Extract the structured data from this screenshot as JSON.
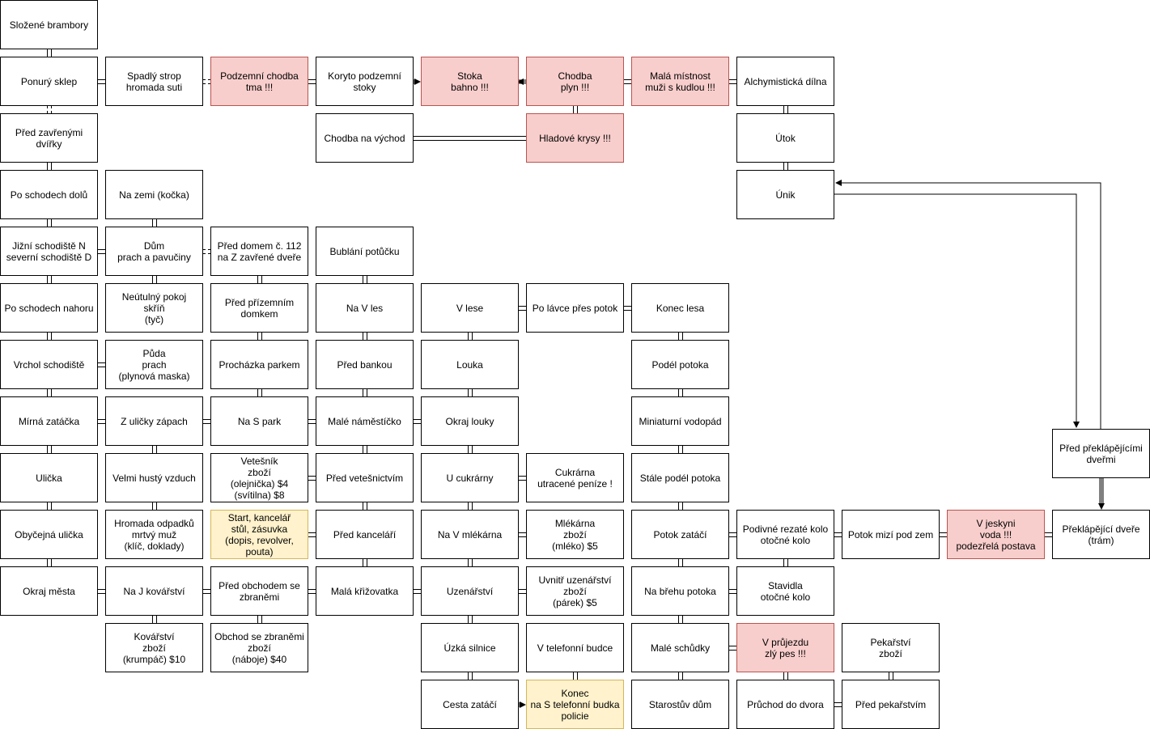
{
  "colors": {
    "danger_fill": "#f8cecc",
    "danger_stroke": "#b85450",
    "highlight_fill": "#fff2cc",
    "highlight_stroke": "#d6b656"
  },
  "nodes": {
    "slozene_brambory": {
      "text": "Složené brambory"
    },
    "ponury_sklep": {
      "text": "Ponurý sklep"
    },
    "spadly_strop": {
      "text": "Spadlý strop\nhromada suti"
    },
    "podzemni_chodba": {
      "text": "Podzemní chodba\ntma !!!",
      "style": "red"
    },
    "koryto": {
      "text": "Koryto podzemní\nstoky"
    },
    "stoka": {
      "text": "Stoka\nbahno !!!",
      "style": "red"
    },
    "chodba_plyn": {
      "text": "Chodba\nplyn !!!",
      "style": "red"
    },
    "mala_mistnost": {
      "text": "Malá místnost\nmuži s kudlou !!!",
      "style": "red"
    },
    "alchymisticka": {
      "text": "Alchymistická dílna"
    },
    "pred_zavrenymi": {
      "text": "Před zavřenými\ndvířky"
    },
    "chodba_vychod": {
      "text": "Chodba na východ"
    },
    "hladove_krysy": {
      "text": "Hladové krysy !!!",
      "style": "red"
    },
    "utok": {
      "text": "Útok"
    },
    "po_schodech_dolu": {
      "text": "Po schodech dolů"
    },
    "na_zemi": {
      "text": "Na zemi (kočka)"
    },
    "unik": {
      "text": "Únik"
    },
    "jizni_schodiste": {
      "text": "Jižní schodiště N\nseverní schodiště D"
    },
    "dum_prach": {
      "text": "Dům\nprach a pavučiny"
    },
    "pred_domem": {
      "text": "Před domem č. 112\nna Z zavřené dveře"
    },
    "bublani": {
      "text": "Bublání potůčku"
    },
    "po_schodech_nahoru": {
      "text": "Po schodech nahoru"
    },
    "neutulny": {
      "text": "Neútulný pokoj\nskříň\n(tyč)"
    },
    "pred_prizemnim": {
      "text": "Před přízemním\ndomkem"
    },
    "na_v_les": {
      "text": "Na V les"
    },
    "v_lese": {
      "text": "V lese"
    },
    "po_lavce": {
      "text": "Po lávce přes potok"
    },
    "konec_lesa": {
      "text": "Konec lesa"
    },
    "vrchol": {
      "text": "Vrchol schodiště"
    },
    "puda": {
      "text": "Půda\nprach\n(plynová maska)"
    },
    "prochazka": {
      "text": "Procházka parkem"
    },
    "pred_bankou": {
      "text": "Před bankou"
    },
    "louka": {
      "text": "Louka"
    },
    "podel_potoka": {
      "text": "Podél potoka"
    },
    "mirna_zatacka": {
      "text": "Mírná zatáčka"
    },
    "z_ulicky": {
      "text": "Z uličky zápach"
    },
    "na_s_park": {
      "text": "Na S park"
    },
    "male_namesticko": {
      "text": "Malé náměstíčko"
    },
    "okraj_louky": {
      "text": "Okraj louky"
    },
    "miniaturni": {
      "text": "Miniaturní vodopád"
    },
    "pred_preklapejicimi": {
      "text": "Před překlápějícími\ndveřmi"
    },
    "ulicka": {
      "text": "Ulička"
    },
    "velmi_husty": {
      "text": "Velmi hustý vzduch"
    },
    "vetesnik": {
      "text": "Vetešník\nzboží\n(olejnička) $4\n(svítilna) $8"
    },
    "pred_vetesnictvim": {
      "text": "Před vetešnictvím"
    },
    "u_cukrarny": {
      "text": "U cukrárny"
    },
    "cukrarna": {
      "text": "Cukrárna\nutracené peníze !"
    },
    "stale_podel": {
      "text": "Stále podél potoka"
    },
    "obycejna": {
      "text": "Obyčejná ulička"
    },
    "hromada_odpadku": {
      "text": "Hromada odpadků\nmrtvý muž\n(klíč, doklady)"
    },
    "start": {
      "text": "Start, kancelář\nstůl, zásuvka\n(dopis, revolver,\npouta)",
      "style": "yellow"
    },
    "pred_kancelari": {
      "text": "Před kanceláří"
    },
    "na_v_mlekarna": {
      "text": "Na V mlékárna"
    },
    "mlekarna": {
      "text": "Mlékárna\nzboží\n(mléko) $5"
    },
    "potok_zataci": {
      "text": "Potok zatáčí"
    },
    "podivne_kolo": {
      "text": "Podivné rezaté kolo\notočné kolo"
    },
    "potok_mizi": {
      "text": "Potok mizí pod zem"
    },
    "v_jeskyni": {
      "text": "V jeskyni\nvoda !!!\npodezřelá postava",
      "style": "red"
    },
    "preklapejici": {
      "text": "Překlápějící dveře\n(trám)"
    },
    "okraj_mesta": {
      "text": "Okraj města"
    },
    "na_j_kovarstvi": {
      "text": "Na J kovářství"
    },
    "pred_obchodem": {
      "text": "Před obchodem se\nzbraněmi"
    },
    "mala_krizovatka": {
      "text": "Malá křižovatka"
    },
    "uzenarstvi": {
      "text": "Uzenářství"
    },
    "uvnitr_uzenarstvi": {
      "text": "Uvnitř uzenářství\nzboží\n(párek) $5"
    },
    "na_brehu": {
      "text": "Na břehu potoka"
    },
    "stavidla": {
      "text": "Stavidla\notočné kolo"
    },
    "kovarstvi": {
      "text": "Kovářství\nzboží\n(krumpáč) $10"
    },
    "obchod_zbranemi": {
      "text": "Obchod se zbraněmi\nzboží\n(náboje) $40"
    },
    "uzka_silnice": {
      "text": "Úzká silnice"
    },
    "v_telefonni": {
      "text": "V telefonní budce"
    },
    "male_schudky": {
      "text": "Malé schůdky"
    },
    "v_prujezdu": {
      "text": "V průjezdu\nzlý pes !!!",
      "style": "red"
    },
    "pekarstvi": {
      "text": "Pekařství\nzboží"
    },
    "cesta_zataci": {
      "text": "Cesta zatáčí"
    },
    "konec": {
      "text": "Konec\nna S telefonní budka\npolicie",
      "style": "yellow"
    },
    "starostuv": {
      "text": "Starostův dům"
    },
    "pruchod": {
      "text": "Průchod do dvora"
    },
    "pred_pekarstvim": {
      "text": "Před pekařstvím"
    }
  },
  "edges": [
    [
      "slozene_brambory",
      "ponury_sklep",
      "double"
    ],
    [
      "ponury_sklep",
      "spadly_strop",
      "double"
    ],
    [
      "spadly_strop",
      "podzemni_chodba",
      "dashed"
    ],
    [
      "podzemni_chodba",
      "koryto",
      "double"
    ],
    [
      "koryto",
      "stoka",
      "arrow"
    ],
    [
      "chodba_plyn",
      "stoka",
      "arrow"
    ],
    [
      "chodba_plyn",
      "mala_mistnost",
      "double"
    ],
    [
      "mala_mistnost",
      "alchymisticka",
      "double"
    ],
    [
      "ponury_sklep",
      "pred_zavrenymi",
      "dashed"
    ],
    [
      "chodba_vychod",
      "hladove_krysy",
      "double"
    ],
    [
      "chodba_plyn",
      "hladove_krysy",
      "double"
    ],
    [
      "alchymisticka",
      "utok",
      "double"
    ],
    [
      "utok",
      "unik",
      "double"
    ],
    [
      "pred_zavrenymi",
      "po_schodech_dolu",
      "double"
    ],
    [
      "po_schodech_dolu",
      "jizni_schodiste",
      "double"
    ],
    [
      "na_zemi",
      "dum_prach",
      "double"
    ],
    [
      "jizni_schodiste",
      "dum_prach",
      "double"
    ],
    [
      "dum_prach",
      "pred_domem",
      "dashed"
    ],
    [
      "bublani",
      "na_v_les",
      "double"
    ],
    [
      "jizni_schodiste",
      "po_schodech_nahoru",
      "double"
    ],
    [
      "dum_prach",
      "neutulny",
      "double"
    ],
    [
      "pred_domem",
      "pred_prizemnim",
      "double"
    ],
    [
      "v_lese",
      "po_lavce",
      "double"
    ],
    [
      "po_lavce",
      "konec_lesa",
      "double"
    ],
    [
      "po_schodech_nahoru",
      "vrchol",
      "double"
    ],
    [
      "vrchol",
      "puda",
      "double"
    ],
    [
      "pred_prizemnim",
      "prochazka",
      "double"
    ],
    [
      "na_v_les",
      "pred_bankou",
      "double"
    ],
    [
      "v_lese",
      "louka",
      "double"
    ],
    [
      "konec_lesa",
      "podel_potoka",
      "double"
    ],
    [
      "vrchol",
      "mirna_zatacka",
      "double"
    ],
    [
      "mirna_zatacka",
      "z_ulicky",
      "double"
    ],
    [
      "z_ulicky",
      "na_s_park",
      "double"
    ],
    [
      "prochazka",
      "na_s_park",
      "double"
    ],
    [
      "na_s_park",
      "male_namesticko",
      "double"
    ],
    [
      "male_namesticko",
      "okraj_louky",
      "double"
    ],
    [
      "pred_bankou",
      "male_namesticko",
      "double"
    ],
    [
      "louka",
      "okraj_louky",
      "double"
    ],
    [
      "podel_potoka",
      "miniaturni",
      "double"
    ],
    [
      "mirna_zatacka",
      "ulicka",
      "double"
    ],
    [
      "z_ulicky",
      "velmi_husty",
      "double"
    ],
    [
      "velmi_husty",
      "hromada_odpadku",
      "double"
    ],
    [
      "vetesnik",
      "pred_vetesnictvim",
      "double"
    ],
    [
      "male_namesticko",
      "pred_vetesnictvim",
      "double"
    ],
    [
      "u_cukrarny",
      "cukrarna",
      "double"
    ],
    [
      "okraj_louky",
      "u_cukrarny",
      "double"
    ],
    [
      "miniaturni",
      "stale_podel",
      "double"
    ],
    [
      "ulicka",
      "obycejna",
      "double"
    ],
    [
      "start",
      "pred_kancelari",
      "double"
    ],
    [
      "pred_vetesnictvim",
      "pred_kancelari",
      "double"
    ],
    [
      "u_cukrarny",
      "na_v_mlekarna",
      "double"
    ],
    [
      "na_v_mlekarna",
      "mlekarna",
      "double"
    ],
    [
      "stale_podel",
      "potok_zataci",
      "double"
    ],
    [
      "potok_zataci",
      "podivne_kolo",
      "double"
    ],
    [
      "podivne_kolo",
      "potok_mizi",
      "double"
    ],
    [
      "potok_mizi",
      "v_jeskyni",
      "double"
    ],
    [
      "v_jeskyni",
      "preklapejici",
      "double"
    ],
    [
      "pred_preklapejicimi",
      "preklapejici",
      "arrow"
    ],
    [
      "obycejna",
      "okraj_mesta",
      "double"
    ],
    [
      "okraj_mesta",
      "na_j_kovarstvi",
      "double"
    ],
    [
      "na_j_kovarstvi",
      "pred_obchodem",
      "double"
    ],
    [
      "pred_obchodem",
      "mala_krizovatka",
      "double"
    ],
    [
      "pred_kancelari",
      "mala_krizovatka",
      "double"
    ],
    [
      "mala_krizovatka",
      "uzenarstvi",
      "double"
    ],
    [
      "na_v_mlekarna",
      "uzenarstvi",
      "double"
    ],
    [
      "uzenarstvi",
      "uvnitr_uzenarstvi",
      "double"
    ],
    [
      "potok_zataci",
      "na_brehu",
      "double"
    ],
    [
      "na_brehu",
      "stavidla",
      "double"
    ],
    [
      "podivne_kolo",
      "stavidla",
      "double"
    ],
    [
      "na_j_kovarstvi",
      "kovarstvi",
      "double"
    ],
    [
      "pred_obchodem",
      "obchod_zbranemi",
      "double"
    ],
    [
      "uzenarstvi",
      "uzka_silnice",
      "double"
    ],
    [
      "na_brehu",
      "male_schudky",
      "double"
    ],
    [
      "male_schudky",
      "v_prujezdu",
      "double"
    ],
    [
      "uzka_silnice",
      "cesta_zataci",
      "double"
    ],
    [
      "v_telefonni",
      "konec",
      "double"
    ],
    [
      "cesta_zataci",
      "konec",
      "arrow"
    ],
    [
      "male_schudky",
      "starostuv",
      "double"
    ],
    [
      "v_prujezdu",
      "pruchod",
      "double"
    ],
    [
      "pekarstvi",
      "pred_pekarstvim",
      "double"
    ],
    [
      "pruchod",
      "pred_pekarstvim",
      "double"
    ]
  ]
}
